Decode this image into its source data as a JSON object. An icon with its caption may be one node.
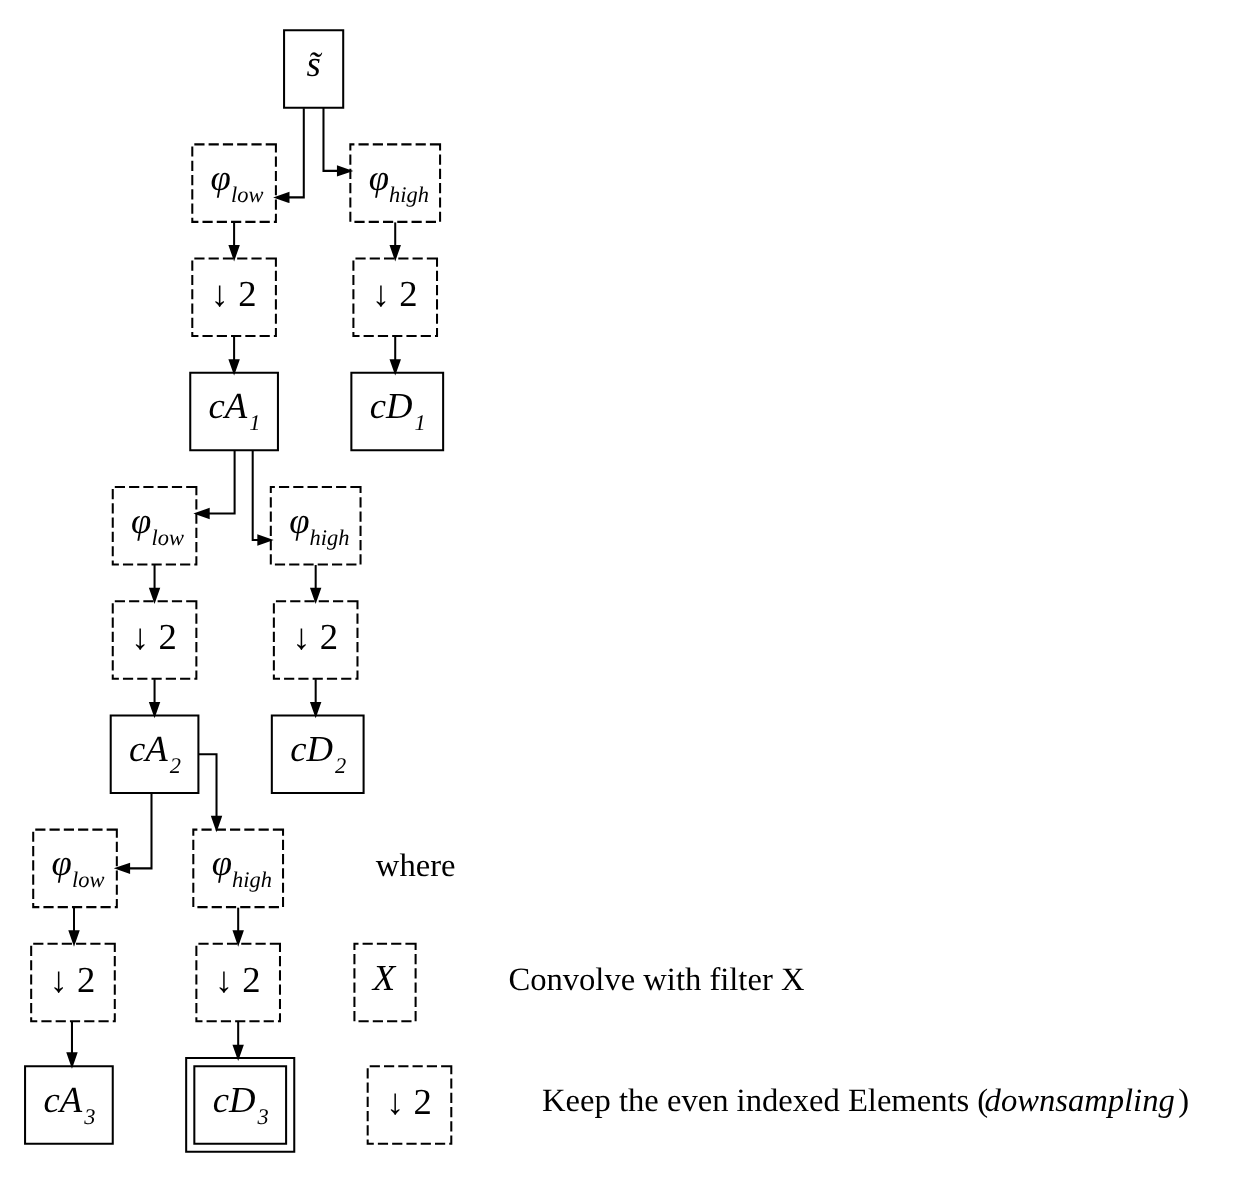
{
  "diagram": {
    "nodes": [
      {
        "text": [
          "s̃"
        ]
      },
      {
        "text": [
          "φ$_{low}$"
        ]
      },
      {
        "text": [
          "φ$_{high}$"
        ]
      },
      {
        "text": [
          "↓ 2"
        ]
      },
      {
        "text": [
          "↓ 2"
        ]
      },
      {
        "text": [
          "cA$_{1}$"
        ]
      },
      {
        "text": [
          "cD$_{1}$"
        ]
      },
      {
        "text": [
          "φ$_{low}$"
        ]
      },
      {
        "text": [
          "φ$_{high}$"
        ]
      },
      {
        "text": [
          "↓ 2"
        ]
      },
      {
        "text": [
          "↓ 2"
        ]
      },
      {
        "text": [
          "cA$_{2}$"
        ]
      },
      {
        "text": [
          "cD$_{2}$"
        ]
      },
      {
        "text": [
          "φ$_{low}$"
        ]
      },
      {
        "text": [
          "φ$_{high}$"
        ]
      },
      {
        "text": [
          "↓ 2"
        ]
      },
      {
        "text": [
          "↓ 2"
        ]
      },
      {
        "text": [
          "cA$_{3}$"
        ]
      },
      {
        "text": [
          "cD$_{3}$"
        ]
      },
      {
        "text": [
          "X"
        ],
        "beside": [
          "Convolve with filter X"
        ]
      },
      {
        "text": [
          "↓ 2"
        ],
        "beside": [
          "Keep the even indexed Elements (*downsampling*)"
        ]
      }
    ],
    "edges": [
      {
        "from": 0,
        "to": 1,
        "arrow": "to"
      },
      {
        "from": 0,
        "to": 2,
        "arrow": "to"
      },
      {
        "from": 1,
        "to": 3,
        "arrow": "to"
      },
      {
        "from": 2,
        "to": 4,
        "arrow": "to"
      },
      {
        "from": 3,
        "to": 5,
        "arrow": "to"
      },
      {
        "from": 4,
        "to": 6,
        "arrow": "to"
      },
      {
        "from": 5,
        "to": 7,
        "arrow": "to"
      },
      {
        "from": 5,
        "to": 8,
        "arrow": "to"
      },
      {
        "from": 7,
        "to": 9,
        "arrow": "to"
      },
      {
        "from": 8,
        "to": 10,
        "arrow": "to"
      },
      {
        "from": 9,
        "to": 11,
        "arrow": "to"
      },
      {
        "from": 10,
        "to": 12,
        "arrow": "to"
      },
      {
        "from": 11,
        "to": 13,
        "arrow": "to"
      },
      {
        "from": 11,
        "to": 14,
        "arrow": "to"
      },
      {
        "from": 13,
        "to": 15,
        "arrow": "to"
      },
      {
        "from": 14,
        "to": 16,
        "arrow": "to"
      },
      {
        "from": 15,
        "to": 17,
        "arrow": "to"
      },
      {
        "from": 16,
        "to": 18,
        "arrow": "to"
      }
    ],
    "labels": [
      "where"
    ]
  }
}
